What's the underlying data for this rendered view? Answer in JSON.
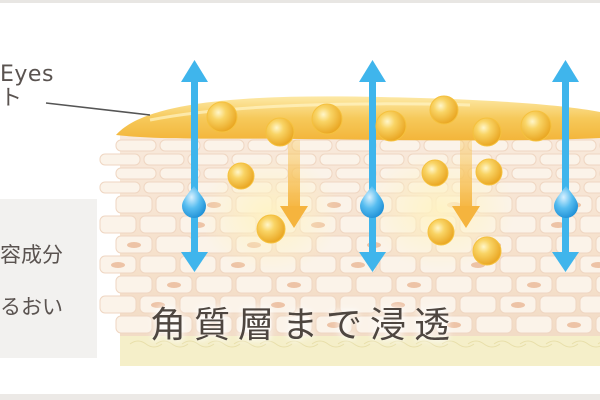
{
  "brand": {
    "line1": "Eyes",
    "line2": "ト"
  },
  "legend": {
    "item1": "容成分",
    "item2": "るおい"
  },
  "caption": "角質層まで浸透",
  "colors": {
    "skin_top": "#f9e7d9",
    "skin_mid": "#f6e1cd",
    "cell_fill": "#fbf3e9",
    "cell_border": "#efd6c2",
    "base_layer": "#f5efca",
    "ointment": "#f4c14f",
    "orb": "#f3b22a",
    "arrow_blue": "#3fb5ec",
    "arrow_orange": "#f6b94a",
    "droplet": "#2ba3e5"
  }
}
